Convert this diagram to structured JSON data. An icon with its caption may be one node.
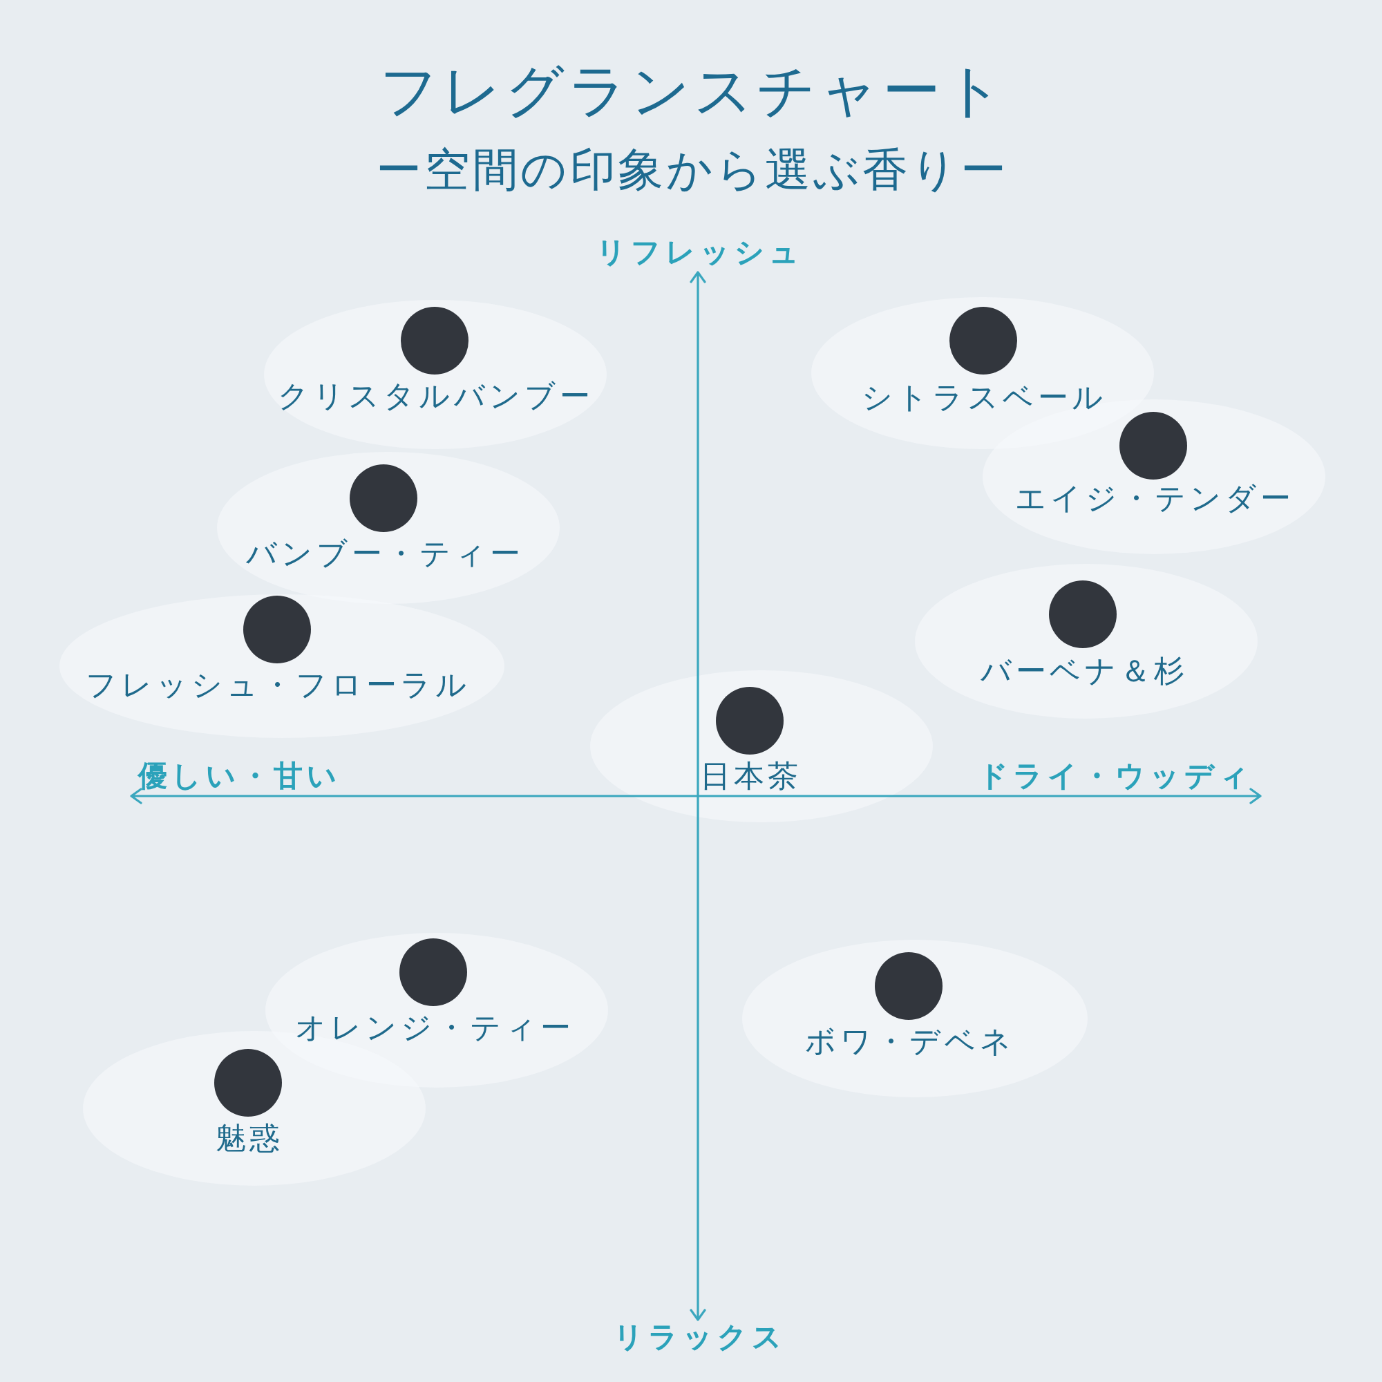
{
  "diagram": {
    "title": "フレグランスチャート",
    "nodes": [
      {
        "text": [
          "クリスタルバンブー"
        ]
      },
      {
        "text": [
          "シトラスベール"
        ]
      },
      {
        "text": [
          "エイジ・テンダー"
        ]
      },
      {
        "text": [
          "バンブー・ティー"
        ]
      },
      {
        "text": [
          "バーベナ＆杉"
        ]
      },
      {
        "text": [
          "フレッシュ・フローラル"
        ]
      },
      {
        "text": [
          "日本茶"
        ]
      },
      {
        "text": [
          "オレンジ・ティー"
        ]
      },
      {
        "text": [
          "ボワ・デベネ"
        ]
      },
      {
        "text": [
          "魅惑"
        ]
      }
    ],
    "labels": [
      "ー空間の印象から選ぶ香りー",
      "リフレッシュ",
      "優しい・甘い",
      "ドライ・ウッディ",
      "リラックス"
    ]
  }
}
